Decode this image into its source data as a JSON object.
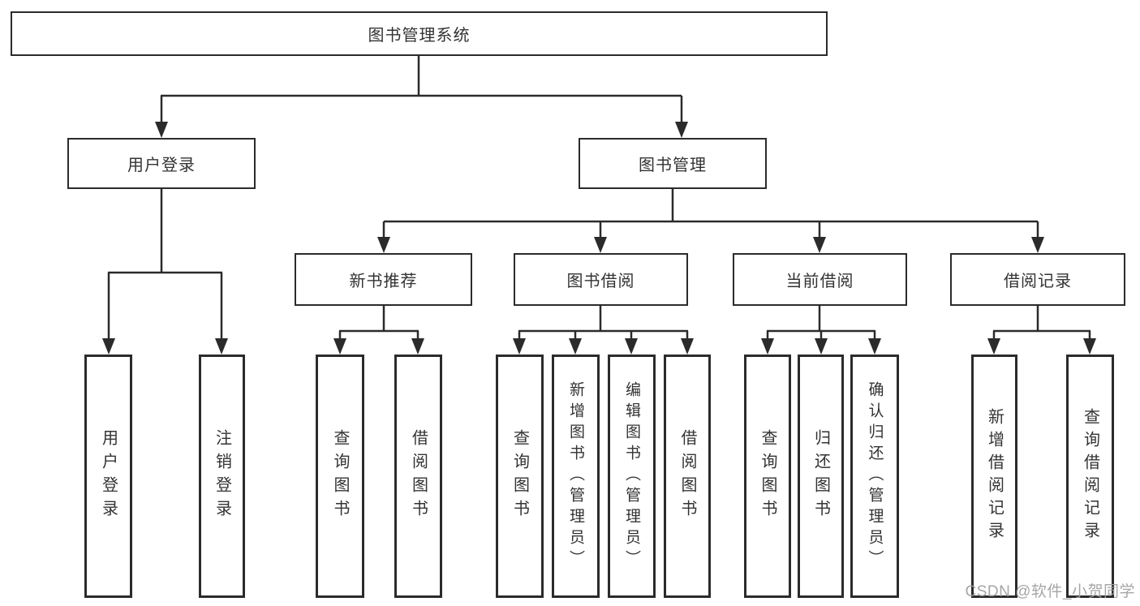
{
  "colors": {
    "background": "#ffffff",
    "line": "#2b2b2b",
    "box_border": "#2b2b2b",
    "text": "#333333",
    "watermark": "#9e9e9e"
  },
  "nodes": {
    "root": {
      "label": "图书管理系统"
    },
    "user_login": {
      "label": "用户登录"
    },
    "book_management": {
      "label": "图书管理"
    },
    "new_book_recommend": {
      "label": "新书推荐"
    },
    "book_borrowing": {
      "label": "图书借阅"
    },
    "current_borrowing": {
      "label": "当前借阅"
    },
    "borrowing_records": {
      "label": "借阅记录"
    },
    "leaf_user_login": {
      "label": "用户登录"
    },
    "leaf_logout_login": {
      "label": "注销登录"
    },
    "leaf_query_book_nb": {
      "label": "查询图书"
    },
    "leaf_borrow_book_nb": {
      "label": "借阅图书"
    },
    "leaf_query_book_bb": {
      "label": "查询图书"
    },
    "leaf_add_book_admin": {
      "label": "新增图书（管理员）"
    },
    "leaf_edit_book_admin": {
      "label": "编辑图书（管理员）"
    },
    "leaf_borrow_book_bb": {
      "label": "借阅图书"
    },
    "leaf_query_book_cb": {
      "label": "查询图书"
    },
    "leaf_return_book": {
      "label": "归还图书"
    },
    "leaf_confirm_return_admin": {
      "label": "确认归还（管理员）"
    },
    "leaf_add_borrow_record": {
      "label": "新增借阅记录"
    },
    "leaf_query_borrow_record": {
      "label": "查询借阅记录"
    }
  },
  "watermark": {
    "text": "CSDN @软件_小贺同学"
  }
}
